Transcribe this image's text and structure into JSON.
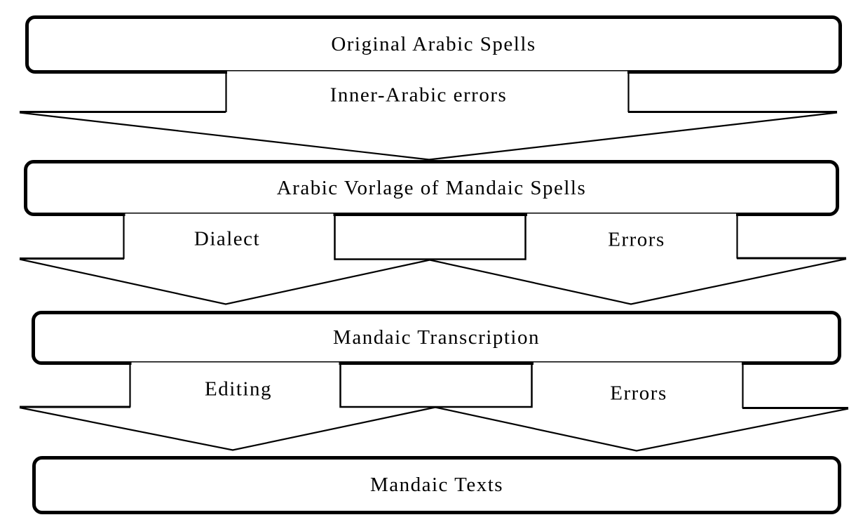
{
  "colors": {
    "ink": "#000000",
    "paper": "#ffffff"
  },
  "diagram": {
    "nodes": [
      {
        "id": "original-arabic-spells",
        "label": "Original Arabic Spells"
      },
      {
        "id": "arabic-vorlage-mandaic-spells",
        "label": "Arabic Vorlage of Mandaic Spells"
      },
      {
        "id": "mandaic-transcription",
        "label": "Mandaic Transcription"
      },
      {
        "id": "mandaic-texts",
        "label": "Mandaic Texts"
      }
    ],
    "connectors": [
      {
        "from": "original-arabic-spells",
        "to": "arabic-vorlage-mandaic-spells",
        "labels": [
          "Inner-Arabic errors"
        ]
      },
      {
        "from": "arabic-vorlage-mandaic-spells",
        "to": "mandaic-transcription",
        "labels": [
          "Dialect",
          "Errors"
        ]
      },
      {
        "from": "mandaic-transcription",
        "to": "mandaic-texts",
        "labels": [
          "Editing",
          "Errors"
        ]
      }
    ]
  }
}
